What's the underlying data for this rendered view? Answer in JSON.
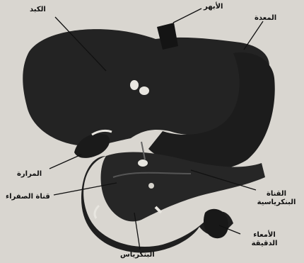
{
  "diagram": {
    "labels": {
      "liver": "الكبد",
      "aorta": "الأبهر",
      "stomach": "المعدة",
      "gallbladder": "المرارة",
      "bile_duct": "قناة الصفراء",
      "pancreatic_duct": "القناة البنكرياسية",
      "small_intestine": "الأمعاء الدقيقة",
      "pancreas": "البنكرياس"
    }
  }
}
